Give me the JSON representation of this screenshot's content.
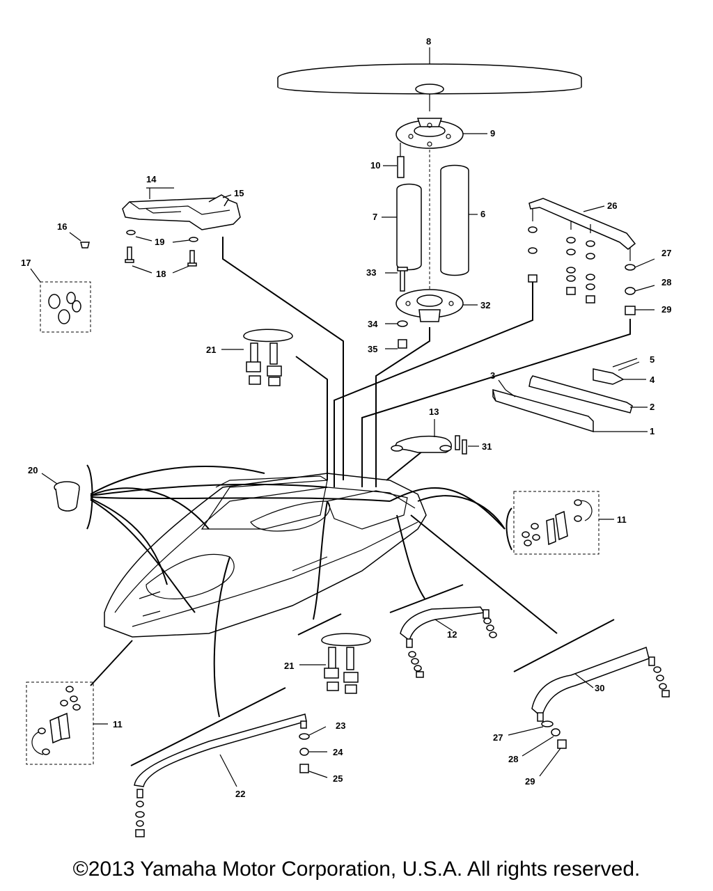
{
  "callouts": {
    "c1": "1",
    "c2": "2",
    "c3": "3",
    "c4": "4",
    "c5": "5",
    "c6": "6",
    "c7": "7",
    "c8": "8",
    "c9": "9",
    "c10": "10",
    "c11a": "11",
    "c11b": "11",
    "c12": "12",
    "c13": "13",
    "c14": "14",
    "c15": "15",
    "c16": "16",
    "c17": "17",
    "c18": "18",
    "c19": "19",
    "c20": "20",
    "c21a": "21",
    "c21b": "21",
    "c22": "22",
    "c23": "23",
    "c24": "24",
    "c25": "25",
    "c26": "26",
    "c27a": "27",
    "c27b": "27",
    "c28a": "28",
    "c28b": "28",
    "c29a": "29",
    "c29b": "29",
    "c30": "30",
    "c31": "31",
    "c32": "32",
    "c33": "33",
    "c34": "34",
    "c35": "35"
  },
  "footer": {
    "copyright": "©2013 Yamaha Motor Corporation, U.S.A. All rights reserved."
  }
}
